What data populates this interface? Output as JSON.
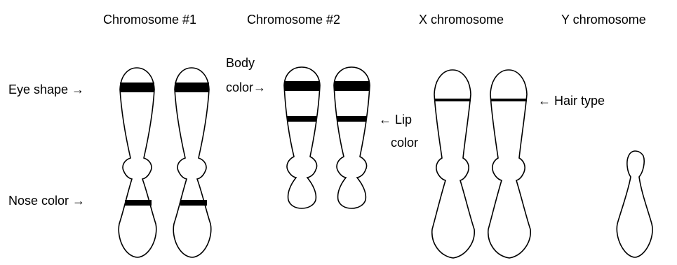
{
  "headers": {
    "chr1": "Chromosome #1",
    "chr2": "Chromosome #2",
    "x": "X chromosome",
    "y": "Y chromosome"
  },
  "labels": {
    "eye_shape": "Eye shape →",
    "nose_color": "Nose color →",
    "body_line1": "Body",
    "body_line2": "color→",
    "lip_line1": "← Lip",
    "lip_line2": "color",
    "hair_type": "← Hair type"
  },
  "colors": {
    "outline": "#000000",
    "band": "#000000",
    "background": "#ffffff"
  }
}
